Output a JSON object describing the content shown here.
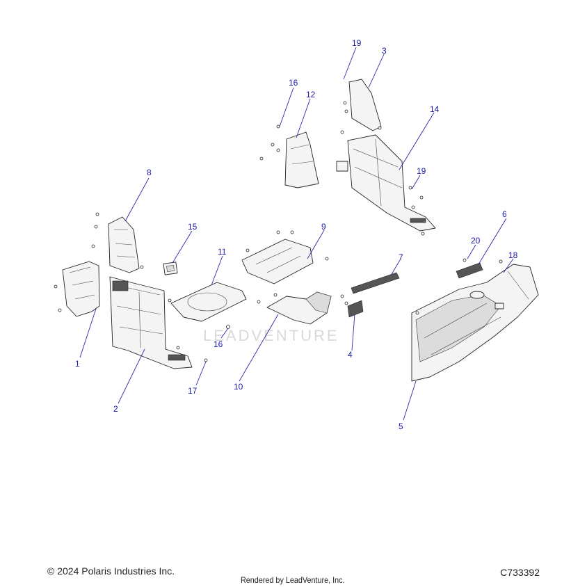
{
  "watermark": "LEADVENTURE",
  "footer": {
    "copyright": "© 2024 Polaris Industries Inc.",
    "rendered_by": "Rendered by LeadVenture, Inc.",
    "diagram_id": "C733392"
  },
  "callouts": [
    {
      "id": "c1",
      "label": "1"
    },
    {
      "id": "c2",
      "label": "2"
    },
    {
      "id": "c3",
      "label": "3"
    },
    {
      "id": "c4",
      "label": "4"
    },
    {
      "id": "c5",
      "label": "5"
    },
    {
      "id": "c6",
      "label": "6"
    },
    {
      "id": "c7",
      "label": "7"
    },
    {
      "id": "c8",
      "label": "8"
    },
    {
      "id": "c9",
      "label": "9"
    },
    {
      "id": "c10",
      "label": "10"
    },
    {
      "id": "c11",
      "label": "11"
    },
    {
      "id": "c12",
      "label": "12"
    },
    {
      "id": "c14",
      "label": "14"
    },
    {
      "id": "c15",
      "label": "15"
    },
    {
      "id": "c16a",
      "label": "16"
    },
    {
      "id": "c16b",
      "label": "16"
    },
    {
      "id": "c17",
      "label": "17"
    },
    {
      "id": "c18",
      "label": "18"
    },
    {
      "id": "c19a",
      "label": "19"
    },
    {
      "id": "c19b",
      "label": "19"
    },
    {
      "id": "c20",
      "label": "20"
    }
  ]
}
